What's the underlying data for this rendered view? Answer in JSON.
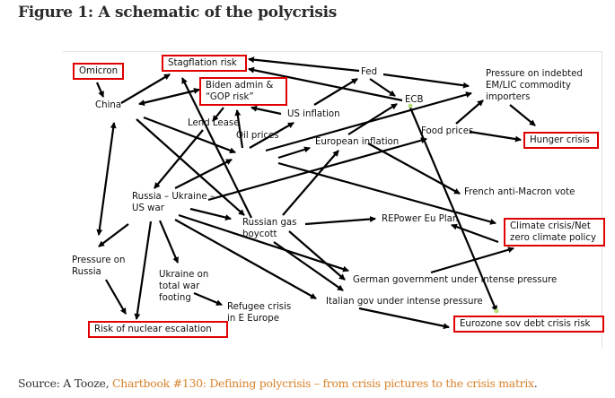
{
  "title": "Figure 1: A schematic of the polycrisis",
  "source": {
    "prefix": "Source: A Tooze, ",
    "link_text": "Chartbook #130: Defining polycrisis – from crisis pictures to the crisis matrix",
    "suffix": "."
  },
  "colors": {
    "box_border": "#e00000",
    "link": "#d9822b",
    "arrow": "#000000"
  },
  "nodes": {
    "omicron": "Omicron",
    "stagflation": "Stagflation risk",
    "biden": "Biden admin &\n“GOP risk”",
    "china": "China",
    "lend_lease": "Lend Lease",
    "us_inflation": "US inflation",
    "fed": "Fed",
    "ecb": "ECB",
    "pressure_em": "Pressure on indebted\nEM/LIC commodity\nimporters",
    "food_prices": "Food prices",
    "hunger": "Hunger crisis",
    "oil_prices": "Oil prices",
    "eu_inflation": "European inflation",
    "french_vote": "French anti-Macron vote",
    "war": "Russia – Ukraine –\nUS war",
    "gas_boycott": "Russian gas\nboycott",
    "repower": "REPower Eu Plan",
    "climate": "Climate crisis/Net\nzero climate policy",
    "pressure_russia": "Pressure on\nRussia",
    "ukraine_footing": "Ukraine on\ntotal war\nfooting",
    "german_gov": "German government under intense pressure",
    "italian_gov": "Italian gov under intense pressure",
    "refugee": "Refugee crisis\nin E Europe",
    "nuclear": "Risk of nuclear escalation",
    "eurozone": "Eurozone sov debt crisis risk"
  },
  "edges": [
    [
      "omicron",
      "china"
    ],
    [
      "china",
      "stagflation"
    ],
    [
      "china",
      "biden",
      "both"
    ],
    [
      "fed",
      "stagflation"
    ],
    [
      "ecb",
      "stagflation"
    ],
    [
      "us_inflation",
      "fed"
    ],
    [
      "biden",
      "lend_lease"
    ],
    [
      "us_inflation",
      "biden"
    ],
    [
      "oil_prices",
      "biden"
    ],
    [
      "gas_boycott",
      "stagflation"
    ],
    [
      "lend_lease",
      "war"
    ],
    [
      "china",
      "oil_prices"
    ],
    [
      "china",
      "gas_boycott"
    ],
    [
      "war",
      "oil_prices"
    ],
    [
      "oil_prices",
      "us_inflation"
    ],
    [
      "oil_prices",
      "eu_inflation"
    ],
    [
      "oil_prices",
      "pressure_em"
    ],
    [
      "oil_prices",
      "climate"
    ],
    [
      "war",
      "food_prices"
    ],
    [
      "gas_boycott",
      "eu_inflation"
    ],
    [
      "eu_inflation",
      "ecb"
    ],
    [
      "fed",
      "ecb"
    ],
    [
      "fed",
      "pressure_em"
    ],
    [
      "eu_inflation",
      "french_vote"
    ],
    [
      "ecb",
      "eurozone"
    ],
    [
      "food_prices",
      "pressure_em"
    ],
    [
      "food_prices",
      "hunger"
    ],
    [
      "pressure_em",
      "hunger"
    ],
    [
      "gas_boycott",
      "repower"
    ],
    [
      "climate",
      "repower"
    ],
    [
      "german_gov",
      "climate"
    ],
    [
      "italian_gov",
      "eurozone"
    ],
    [
      "war",
      "gas_boycott"
    ],
    [
      "war",
      "german_gov"
    ],
    [
      "gas_boycott",
      "german_gov"
    ],
    [
      "gas_boycott",
      "italian_gov"
    ],
    [
      "war",
      "italian_gov"
    ],
    [
      "war",
      "pressure_russia"
    ],
    [
      "china",
      "pressure_russia",
      "both"
    ],
    [
      "war",
      "nuclear"
    ],
    [
      "pressure_russia",
      "nuclear"
    ],
    [
      "war",
      "ukraine_footing"
    ],
    [
      "ukraine_footing",
      "refugee"
    ]
  ]
}
